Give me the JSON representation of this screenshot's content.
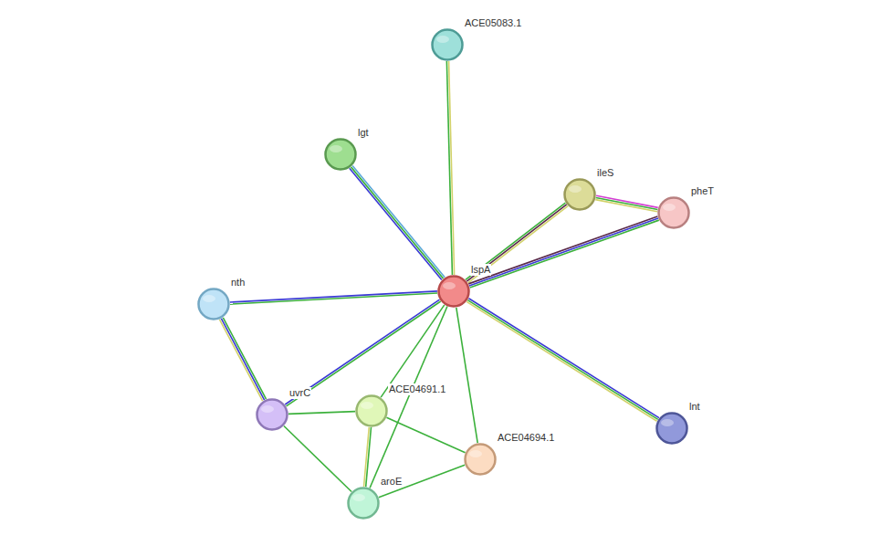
{
  "diagram": {
    "nodes": [
      {
        "text": [
          "ACE05083.1"
        ]
      },
      {
        "text": [
          "lgt"
        ]
      },
      {
        "text": [
          "ileS"
        ]
      },
      {
        "text": [
          "pheT"
        ]
      },
      {
        "text": [
          "lspA"
        ]
      },
      {
        "text": [
          "nth"
        ]
      },
      {
        "text": [
          "uvrC"
        ]
      },
      {
        "text": [
          "ACE04691.1"
        ]
      },
      {
        "text": [
          "ACE04694.1"
        ]
      },
      {
        "text": [
          "aroE"
        ]
      },
      {
        "text": [
          "lnt"
        ]
      }
    ],
    "edges": [
      {
        "from": 4,
        "to": 0,
        "arrow": "none"
      },
      {
        "from": 4,
        "to": 1,
        "arrow": "none"
      },
      {
        "from": 4,
        "to": 2,
        "arrow": "none"
      },
      {
        "from": 4,
        "to": 3,
        "arrow": "none"
      },
      {
        "from": 2,
        "to": 3,
        "arrow": "none"
      },
      {
        "from": 4,
        "to": 5,
        "arrow": "none"
      },
      {
        "from": 4,
        "to": 6,
        "arrow": "none"
      },
      {
        "from": 4,
        "to": 7,
        "arrow": "none"
      },
      {
        "from": 4,
        "to": 8,
        "arrow": "none"
      },
      {
        "from": 4,
        "to": 9,
        "arrow": "none"
      },
      {
        "from": 4,
        "to": 10,
        "arrow": "none"
      },
      {
        "from": 5,
        "to": 6,
        "arrow": "none"
      },
      {
        "from": 6,
        "to": 7,
        "arrow": "none"
      },
      {
        "from": 6,
        "to": 9,
        "arrow": "none"
      },
      {
        "from": 7,
        "to": 9,
        "arrow": "none"
      },
      {
        "from": 7,
        "to": 8,
        "arrow": "none"
      },
      {
        "from": 8,
        "to": 9,
        "arrow": "none"
      }
    ]
  }
}
